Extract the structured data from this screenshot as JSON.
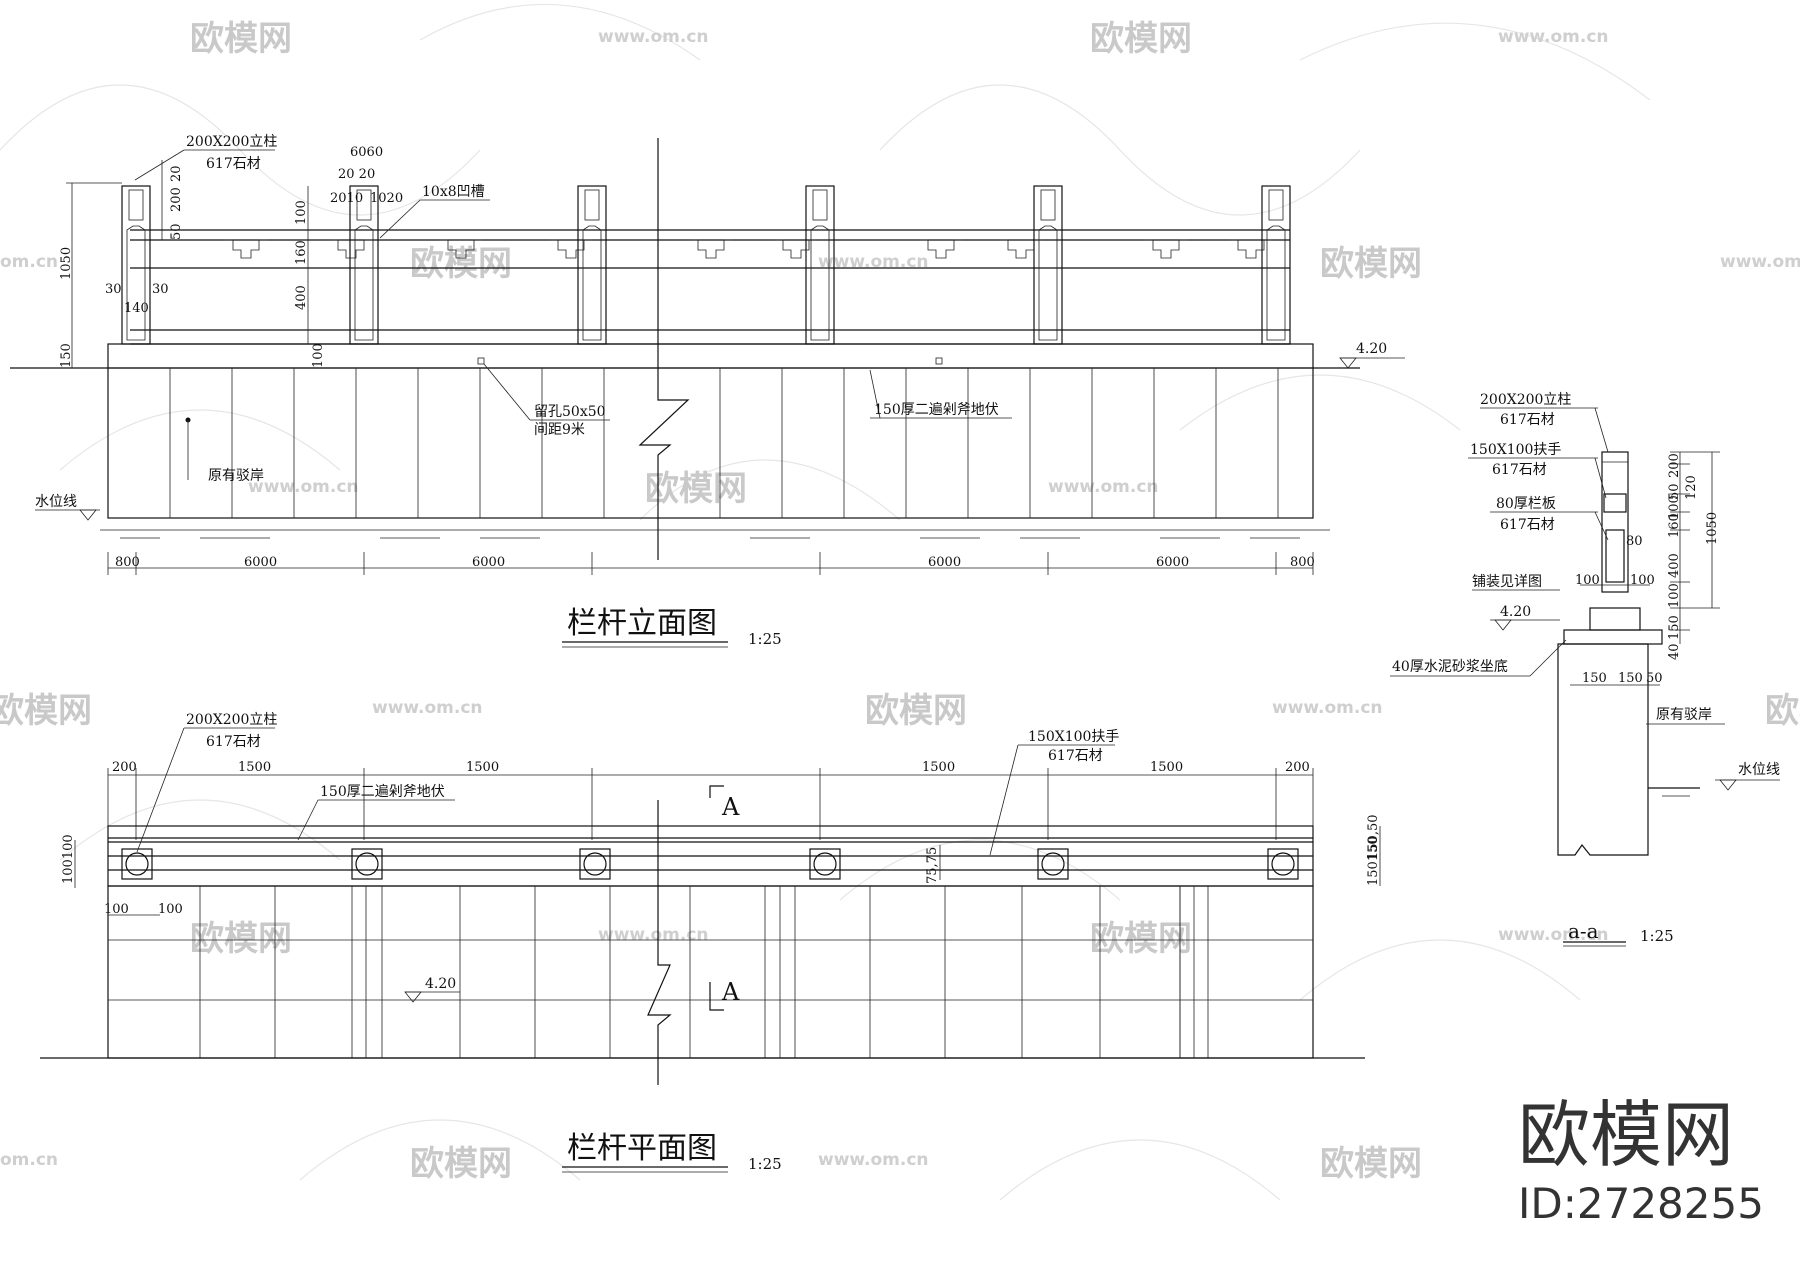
{
  "watermark": {
    "brand": "欧模网",
    "site": "www.om.cn",
    "site_short": "om.cn"
  },
  "branding": {
    "logo_text": "欧模网",
    "id_text": "ID:2728255"
  },
  "elevation": {
    "title": "栏杆立面图",
    "scale": "1:25",
    "label_post": "200X200立柱",
    "label_post_material": "617石材",
    "label_groove": "10x8凹槽",
    "label_drain": "留孔50x50",
    "label_drain_spacing": "间距9米",
    "label_paving": "150厚二遍剁斧地伏",
    "label_bank": "原有驳岸",
    "label_water": "水位线",
    "level": "4.20",
    "dims": {
      "d1050": "1050",
      "d150": "150",
      "d200": "200",
      "d160": "160",
      "d400": "400",
      "d100": "100",
      "d20": "20",
      "d50": "50",
      "d30": "30",
      "d140": "140",
      "d6060": "6060",
      "d2020": "20  20",
      "d2010": "2010",
      "d1020": "1020",
      "bottom": [
        "800",
        "6000",
        "6000",
        "6000",
        "6000",
        "800"
      ]
    }
  },
  "plan": {
    "title": "栏杆平面图",
    "scale": "1:25",
    "label_post": "200X200立柱",
    "label_post_material": "617石材",
    "label_rail": "150X100扶手",
    "label_rail_material": "617石材",
    "label_paving": "150厚二遍剁斧地伏",
    "level": "4.20",
    "section_mark": "A",
    "dims": {
      "top": [
        "200",
        "1500",
        "1500",
        "1500",
        "1500",
        "200"
      ],
      "left": "100100",
      "bottom_left": [
        "100",
        "100"
      ],
      "mid": "75,75",
      "right_top": "150,50",
      "right_bottom": "150150"
    }
  },
  "section": {
    "title": "a-a",
    "scale": "1:25",
    "label_post": "200X200立柱",
    "label_post_material": "617石材",
    "label_rail": "150X100扶手",
    "label_rail_material": "617石材",
    "label_panel": "80厚栏板",
    "label_panel_material": "617石材",
    "label_paving": "铺装见详图",
    "label_mortar": "40厚水泥砂浆坐底",
    "label_bank": "原有驳岸",
    "label_water": "水位线",
    "level": "4.20",
    "dims": {
      "right": [
        "200",
        "50",
        "100",
        "120",
        "160",
        "400",
        "100",
        "150",
        "40"
      ],
      "total": "1050",
      "d80": "80",
      "d100a": "100",
      "d100b": "100",
      "bottom": [
        "150",
        "150",
        "50"
      ]
    }
  }
}
